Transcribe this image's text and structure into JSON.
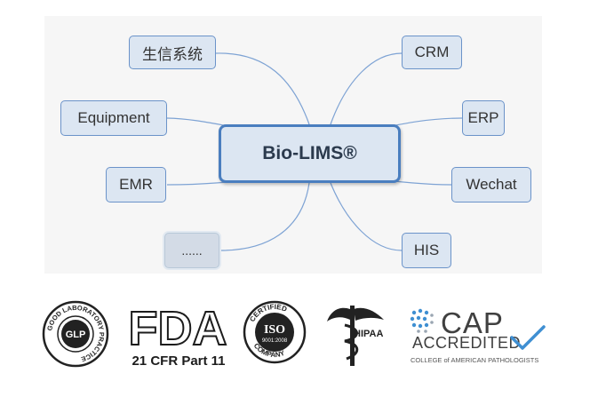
{
  "diagram": {
    "center": "Bio-LIMS®",
    "left_nodes": [
      "生信系统",
      "Equipment",
      "EMR",
      "......"
    ],
    "right_nodes": [
      "CRM",
      "ERP",
      "Wechat",
      "HIS"
    ]
  },
  "logos": {
    "glp": {
      "ring_text": "GOOD LABORATORY PRACTICE",
      "center": "GLP"
    },
    "fda": {
      "main": "FDA",
      "sub": "21 CFR Part 11"
    },
    "iso": {
      "top": "CERTIFIED",
      "center": "ISO",
      "code": "9001:2008",
      "bottom": "COMPANY"
    },
    "hipaa": {
      "label": "HIPAA"
    },
    "cap": {
      "main": "CAP",
      "accredited": "ACCREDITED",
      "sub": "COLLEGE of AMERICAN PATHOLOGISTS"
    }
  },
  "colors": {
    "node_fill": "#dce6f2",
    "node_border": "#6b93c9",
    "connector": "#7ea3d4",
    "check": "#3f8fd2"
  }
}
